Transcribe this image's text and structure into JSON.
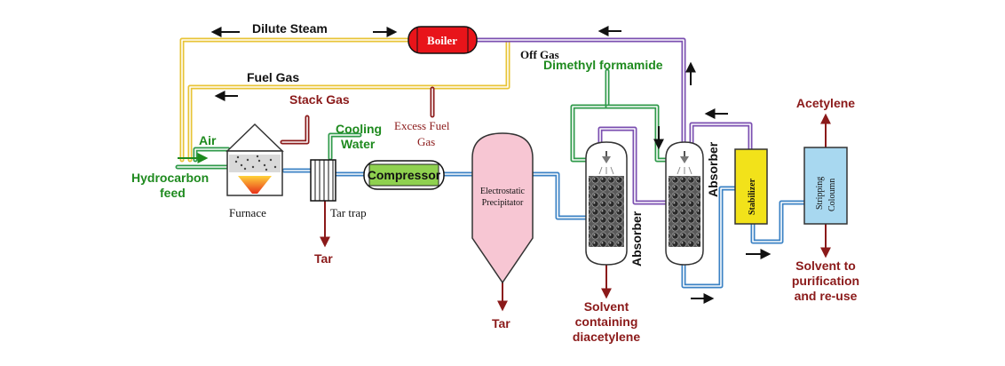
{
  "colors": {
    "black_label": "#111111",
    "green_label": "#1e8a1e",
    "darkred_label": "#8b1a1a",
    "steam_pipe": "#e8c437",
    "fuelgas_pipe": "#e8c437",
    "offgas_pipe": "#7b4fb0",
    "process_pipe": "#3b82c4",
    "dmf_pipe": "#2f9a4a",
    "boiler": "#e8141a",
    "compressor": "#8fd14f",
    "precipitator": "#f7c6d3",
    "stabilizer": "#f2e21a",
    "stripping": "#a8d8f0"
  },
  "labels": {
    "dilute_steam": "Dilute Steam",
    "boiler": "Boiler",
    "off_gas": "Off Gas",
    "dimethyl_formamide": "Dimethyl formamide",
    "fuel_gas": "Fuel Gas",
    "stack_gas": "Stack Gas",
    "excess_fuel_gas_1": "Excess Fuel",
    "excess_fuel_gas_2": "Gas",
    "cooling_water_1": "Cooling",
    "cooling_water_2": "Water",
    "air": "Air",
    "hydrocarbon_feed_1": "Hydrocarbon",
    "hydrocarbon_feed_2": "feed",
    "furnace": "Furnace",
    "tar_trap": "Tar trap",
    "tar_left": "Tar",
    "compressor": "Compressor",
    "precipitator_1": "Electrostatic",
    "precipitator_2": "Precipitator",
    "tar_center": "Tar",
    "absorber_1": "Absorber",
    "absorber_2": "Absorber",
    "solvent_diacetylene_1": "Solvent",
    "solvent_diacetylene_2": "containing",
    "solvent_diacetylene_3": "diacetylene",
    "stabilizer": "Stabilizer",
    "acetylene": "Acetylene",
    "stripping_1": "Stripping",
    "stripping_2": "Coloumn",
    "solvent_reuse_1": "Solvent to",
    "solvent_reuse_2": "purification",
    "solvent_reuse_3": "and re-use"
  }
}
